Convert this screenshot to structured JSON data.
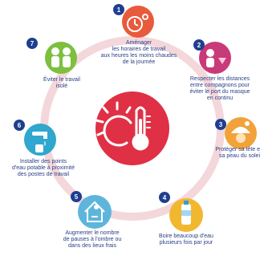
{
  "colors": {
    "ring": "#f4d7db",
    "center_circle": "#e03045",
    "number_badge": "#1f3e8f",
    "text": "#2a3f86"
  },
  "center_icon": "sun-thermometer-icon",
  "steps": [
    {
      "number": "1",
      "label_lines": [
        "Aménager",
        "les horaires de travail",
        "aux heures les moins chaudes",
        "de la journée"
      ],
      "icon": "clock-sun-icon",
      "color": "#e85a3c"
    },
    {
      "number": "2",
      "label_lines": [
        "Respecter les distances",
        "entre compagnons pour",
        "éviter le port du masque",
        "en continu"
      ],
      "icon": "people-distance-icon",
      "color": "#c83a78"
    },
    {
      "number": "3",
      "label_lines": [
        "Protéger sa tête e",
        "sa peau du solei"
      ],
      "icon": "head-protection-icon",
      "color": "#f2a23a"
    },
    {
      "number": "4",
      "label_lines": [
        "Boire beaucoup d'eau",
        "plusieurs fois par jour"
      ],
      "icon": "water-bottle-icon",
      "color": "#f1b82f"
    },
    {
      "number": "5",
      "label_lines": [
        "Augmenter le nombre",
        "de pauses à l'ombre ou",
        "dans des lieux frais"
      ],
      "icon": "shade-break-icon",
      "color": "#5eb5dc"
    },
    {
      "number": "6",
      "label_lines": [
        "Installer des points",
        "d'eau potable à proximité",
        "des postes de travail"
      ],
      "icon": "water-tap-icon",
      "color": "#2fa7cf"
    },
    {
      "number": "7",
      "label_lines": [
        "Éviter le travail",
        "isolé"
      ],
      "icon": "workers-pair-icon",
      "color": "#7dbf3e"
    }
  ]
}
